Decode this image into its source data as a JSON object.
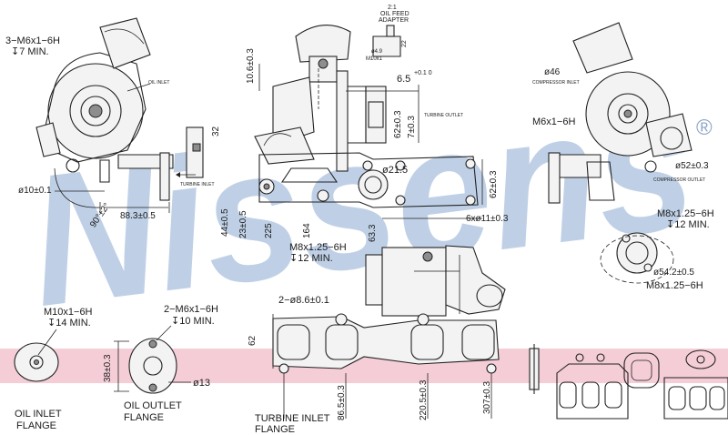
{
  "brand": {
    "watermark": "Nissens",
    "registered_mark": "®",
    "watermark_color": "#b9cbe4",
    "band_color": "#f4cdd6"
  },
  "labels": {
    "thread_top_left": "3−M6x1−6H",
    "depth_top_left": "↧7 MIN.",
    "oil_inlet_small": "OIL INLET",
    "dia_10": "ø10±0.1",
    "angle_90": "90°±2°",
    "dim_88": "88.3±0.5",
    "turbine_inlet_small": "TURBINE INLET",
    "dim_10_6": "10.6±0.3",
    "dim_32": "32",
    "oil_feed_adapter_1": "2:1",
    "oil_feed_adapter_2": "OIL FEED",
    "oil_feed_adapter_3": "ADAPTER",
    "dim_22": "22",
    "dia_4_9": "ø4.9",
    "thread_m10": "M10x1",
    "dim_6_5": "6.5",
    "dim_6_5_tol": "+0.1\n0",
    "dim_62_a": "62±0.3",
    "dim_7": "7±0.3",
    "turbine_outlet_small": "TURBINE OUTLET",
    "dia_21_5": "ø21.5",
    "dim_62_b": "62±0.3",
    "holes_6x11": "6xø11±0.3",
    "dim_44": "44±0.5",
    "dim_23": "23±0.5",
    "dim_225": "225",
    "dim_164": "164",
    "dim_63_3": "63.3",
    "thread_m8_a": "M8x1.25−6H",
    "depth_12_a": "↧12 MIN.",
    "dia_46": "ø46",
    "compressor_inlet_small": "COMPRESSOR INLET",
    "thread_m6": "M6x1−6H",
    "dia_52": "ø52±0.3",
    "compressor_outlet_small": "COMPRESSOR OUTLET",
    "thread_m8_b": "M8x1.25−6H",
    "depth_12_b": "↧12 MIN.",
    "dia_54_2": "ø54.2±0.5",
    "thread_m8_c": "M8x1.25−6H",
    "thread_m10x1": "M10x1−6H",
    "depth_14": "↧14 MIN.",
    "thread_2_m6": "2−M6x1−6H",
    "depth_10": "↧10 MIN.",
    "holes_2_8_6": "2−ø8.6±0.1",
    "dim_62_c": "62",
    "dim_38": "38±0.3",
    "dia_13": "ø13",
    "dim_86_5": "86.5±0.3",
    "dim_220_5": "220.5±0.3",
    "dim_307": "307±0.3",
    "oil_inlet_flange_1": "OIL INLET",
    "oil_inlet_flange_2": "FLANGE",
    "oil_outlet_flange_1": "OIL OUTLET",
    "oil_outlet_flange_2": "FLANGE",
    "turbine_inlet_flange_1": "TURBINE INLET",
    "turbine_inlet_flange_2": "FLANGE"
  }
}
